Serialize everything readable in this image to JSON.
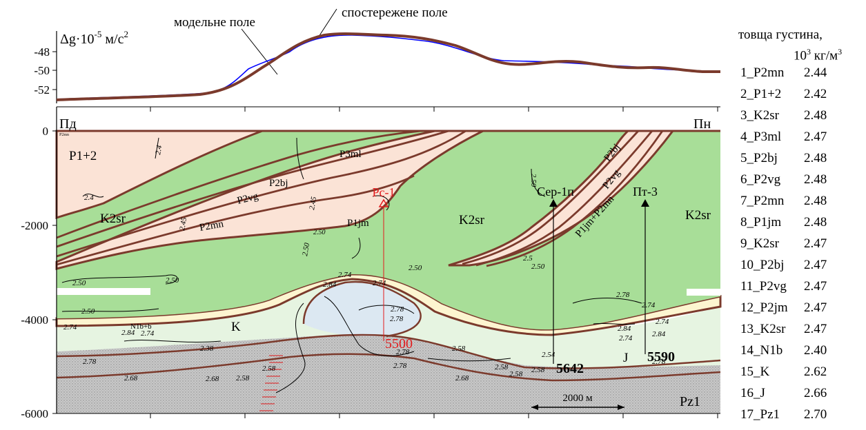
{
  "gravity": {
    "axis_label": "Δg·10",
    "axis_label_exp": "-5",
    "axis_label_unit": " м/с",
    "axis_label_unit_exp": "2",
    "ticks": [
      "-48",
      "-50",
      "-52"
    ],
    "model_label": "модельне поле",
    "observed_label": "спостережене поле"
  },
  "section": {
    "depth_ticks": [
      "0",
      "-2000",
      "-4000",
      "-6000"
    ],
    "left_label": "Пд",
    "left_sublabel": "P2mn",
    "right_label": "Пн",
    "wells": [
      {
        "name": "Рс-1",
        "depth": "5500",
        "color": "#e31a1c"
      },
      {
        "name": "Сер-1п",
        "depth": "5642",
        "color": "#000000"
      },
      {
        "name": "Пт-3",
        "depth": "5590",
        "color": "#000000"
      }
    ],
    "layer_labels": [
      "P1+2",
      "P3ml",
      "P2bj",
      "P2vg",
      "P2mn",
      "P1jm",
      "K2sr",
      "K2sr",
      "K2sr",
      "P2bj",
      "P2vg",
      "P1jm+P2mn",
      "K",
      "J",
      "Pz1",
      "N1b+b"
    ],
    "density_labels": [
      "2.4",
      "2.4",
      "2.45",
      "2.45",
      "2.50",
      "2.50",
      "2.50",
      "2.50",
      "2.50",
      "2.50",
      "2.5",
      "2.50",
      "2.50",
      "2.74",
      "2.84",
      "2.74",
      "2.78",
      "2.78",
      "2.74",
      "2.84",
      "2.74",
      "2.78",
      "2.38",
      "2.78",
      "2.68",
      "2.68",
      "2.58",
      "2.58",
      "2.58",
      "2.78",
      "2.58",
      "2.58",
      "2.58",
      "2.54",
      "2.84",
      "2.74",
      "2.74",
      "2.84",
      "2.78",
      "2.78",
      "2.68",
      "2.74"
    ],
    "scale_label": "2000 м"
  },
  "legend": {
    "title_line1": "товща  густина,",
    "title_line2": "10",
    "title_line2_exp": "3",
    "title_line2_unit": " кг/м",
    "title_line2_unit_exp": "3",
    "rows": [
      {
        "name": "1_P2mn",
        "density": "2.44"
      },
      {
        "name": "2_P1+2",
        "density": "2.42"
      },
      {
        "name": "3_K2sr",
        "density": "2.48"
      },
      {
        "name": "4_P3ml",
        "density": "2.47"
      },
      {
        "name": "5_P2bj",
        "density": "2.48"
      },
      {
        "name": "6_P2vg",
        "density": "2.48"
      },
      {
        "name": "7_P2mn",
        "density": "2.48"
      },
      {
        "name": "8_P1jm",
        "density": "2.48"
      },
      {
        "name": "9_K2sr",
        "density": "2.47"
      },
      {
        "name": "10_P2bj",
        "density": "2.47"
      },
      {
        "name": "11_P2vg",
        "density": "2.47"
      },
      {
        "name": "12_P2jm",
        "density": "2.47"
      },
      {
        "name": "13_K2sr",
        "density": "2.47"
      },
      {
        "name": "14_N1b",
        "density": "2.40"
      },
      {
        "name": "15_K",
        "density": "2.62"
      },
      {
        "name": "16_J",
        "density": "2.66"
      },
      {
        "name": "17_Pz1",
        "density": "2.70"
      }
    ]
  },
  "colors": {
    "paleogene": "#fbe3d6",
    "cretaceous_green": "#a8de98",
    "jurassic_light": "#e6f4e1",
    "cream_band": "#fdf5d0",
    "lightblue": "#dce8f2",
    "pz_gray": "#c6c6c6",
    "boundary": "#7b3a2c",
    "model_line": "#0000ff",
    "observed_line": "#7b3a2c"
  }
}
